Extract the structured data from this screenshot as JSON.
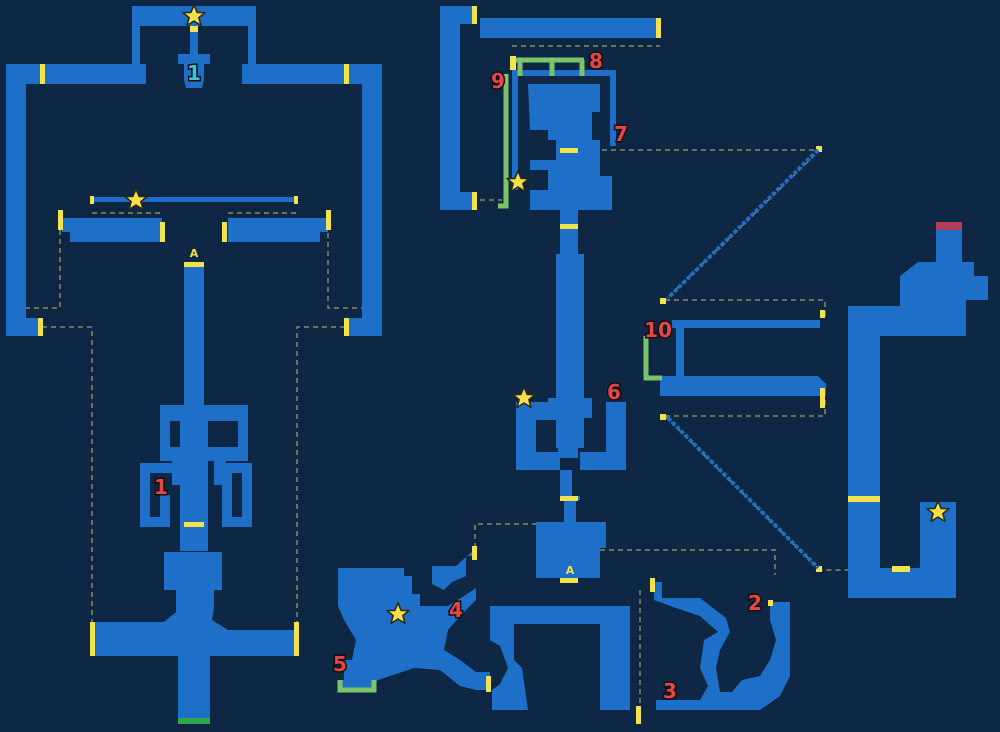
{
  "colors": {
    "background": "#0d2744",
    "room": "#1e6fc8",
    "door": "#f2e24b",
    "connector": "#7cc36a",
    "entry": "#2ea84f",
    "boss_door": "#b0405a",
    "dashed_link": "#8a8a5a",
    "number": "#e34848",
    "number_cyan": "#3ac3e0",
    "star": "#f6e04a"
  },
  "labels": [
    {
      "id": "label-1-cyan",
      "text": "1",
      "color": "cyan"
    },
    {
      "id": "label-1",
      "text": "1",
      "color": "red"
    },
    {
      "id": "label-2",
      "text": "2",
      "color": "red"
    },
    {
      "id": "label-3",
      "text": "3",
      "color": "red"
    },
    {
      "id": "label-4",
      "text": "4",
      "color": "red"
    },
    {
      "id": "label-5",
      "text": "5",
      "color": "red"
    },
    {
      "id": "label-6",
      "text": "6",
      "color": "red"
    },
    {
      "id": "label-7",
      "text": "7",
      "color": "red"
    },
    {
      "id": "label-8",
      "text": "8",
      "color": "red"
    },
    {
      "id": "label-9",
      "text": "9",
      "color": "red"
    },
    {
      "id": "label-10",
      "text": "10",
      "color": "red"
    }
  ],
  "markers": {
    "a1": "A",
    "a2": "A"
  },
  "icons": [
    "star-icon"
  ]
}
